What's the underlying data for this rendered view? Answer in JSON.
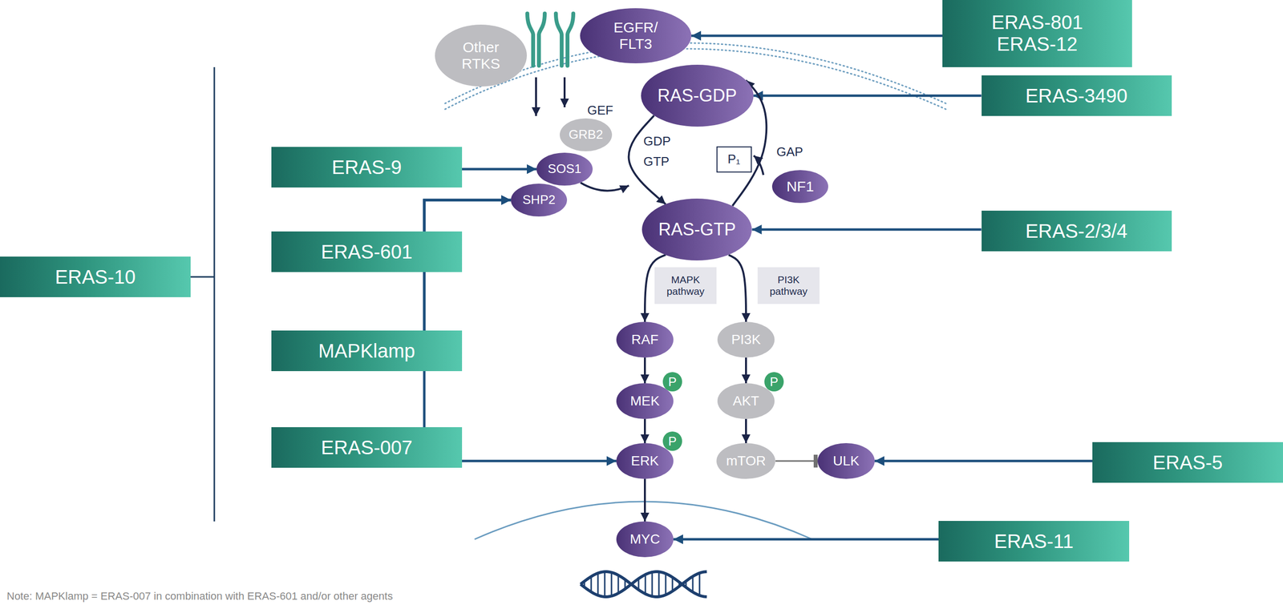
{
  "diagram": {
    "nodes": [
      {
        "text": [
          "ERAS-801",
          "ERAS-12"
        ]
      },
      {
        "text": [
          "Other RTKS"
        ]
      },
      {
        "text": [
          "EGFR/ FLT3"
        ]
      },
      {
        "text": [
          "RAS-GDP"
        ]
      },
      {
        "text": [
          "ERAS-3490"
        ]
      },
      {
        "text": [
          "GRB2"
        ]
      },
      {
        "text": [
          "ERAS-9"
        ]
      },
      {
        "text": [
          "SOS1"
        ]
      },
      {
        "text": [
          "SHP2"
        ]
      },
      {
        "text": [
          "P₁"
        ]
      },
      {
        "text": [
          "NF1"
        ]
      },
      {
        "text": [
          "ERAS-601"
        ]
      },
      {
        "text": [
          "ERAS-10"
        ]
      },
      {
        "text": [
          "RAS-GTP"
        ]
      },
      {
        "text": [
          "ERAS-2/3/4"
        ]
      },
      {
        "text": [
          "MAPK pathway"
        ]
      },
      {
        "text": [
          "PI3K pathway"
        ]
      },
      {
        "text": [
          "RAF"
        ]
      },
      {
        "text": [
          "PI3K"
        ]
      },
      {
        "text": [
          "MAPKlamp"
        ]
      },
      {
        "text": [
          "MEK"
        ]
      },
      {
        "text": [
          "AKT"
        ]
      },
      {
        "text": [
          "ERAS-007"
        ]
      },
      {
        "text": [
          "ERK"
        ]
      },
      {
        "text": [
          "mTOR"
        ]
      },
      {
        "text": [
          "ULK"
        ]
      },
      {
        "text": [
          "ERAS-5"
        ]
      },
      {
        "text": [
          "MYC"
        ]
      },
      {
        "text": [
          "ERAS-11"
        ]
      }
    ],
    "edges": [
      {
        "from": 0,
        "to": 2,
        "arrow": "to"
      },
      {
        "from": 4,
        "to": 3,
        "arrow": "to"
      },
      {
        "from": 6,
        "to": 7,
        "arrow": "to"
      },
      {
        "from": 11,
        "to": 8,
        "arrow": "to"
      },
      {
        "from": 19,
        "to": 8,
        "arrow": "to"
      },
      {
        "from": 22,
        "to": 8,
        "arrow": "to"
      },
      {
        "from": 22,
        "to": 23,
        "arrow": "to"
      },
      {
        "from": 14,
        "to": 13,
        "arrow": "to"
      },
      {
        "from": 26,
        "to": 25,
        "arrow": "to"
      },
      {
        "from": 28,
        "to": 27,
        "arrow": "to"
      },
      {
        "from": 3,
        "to": 13,
        "label": "GEF",
        "arrow": "to"
      },
      {
        "from": 13,
        "to": 3,
        "label": "GAP",
        "arrow": "to"
      },
      {
        "from": 13,
        "to": 17,
        "arrow": "to"
      },
      {
        "from": 13,
        "to": 18,
        "arrow": "to"
      },
      {
        "from": 17,
        "to": 20,
        "arrow": "to"
      },
      {
        "from": 20,
        "to": 23,
        "arrow": "to"
      },
      {
        "from": 23,
        "to": 27,
        "arrow": "to"
      },
      {
        "from": 18,
        "to": 21,
        "arrow": "to"
      },
      {
        "from": 21,
        "to": 24,
        "arrow": "to"
      },
      {
        "from": 24,
        "to": 25,
        "arrow": "to"
      }
    ],
    "labels": [
      "GDP",
      "GTP",
      "P",
      "P",
      "P",
      "Note: MAPKlamp = ERAS-007 in combination with ERAS-601 and/or other agents"
    ]
  }
}
